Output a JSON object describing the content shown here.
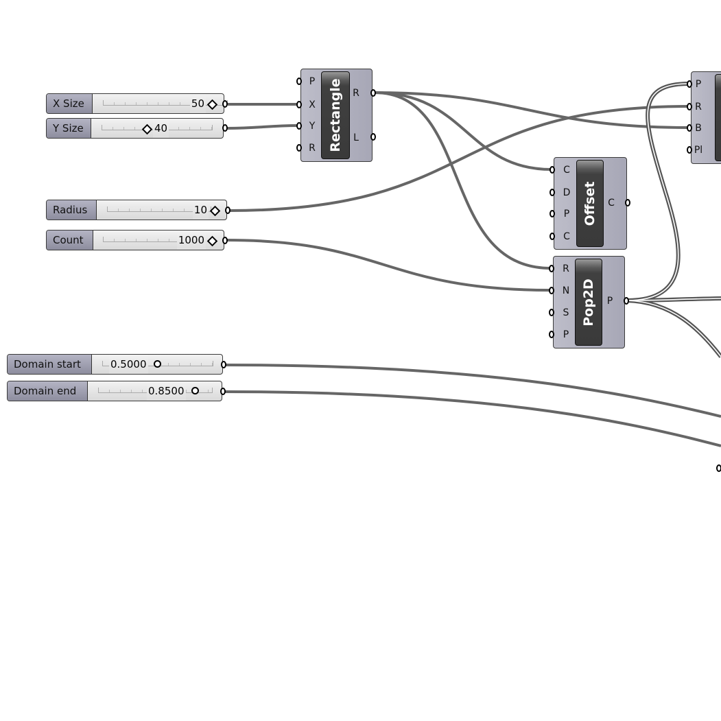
{
  "sliders": {
    "x_size": {
      "label": "X Size",
      "value": "50"
    },
    "y_size": {
      "label": "Y Size",
      "value": "40"
    },
    "radius": {
      "label": "Radius",
      "value": "10"
    },
    "count": {
      "label": "Count",
      "value": "1000"
    },
    "domain_start": {
      "label": "Domain start",
      "value": "0.5000"
    },
    "domain_end": {
      "label": "Domain end",
      "value": "0.8500"
    }
  },
  "components": {
    "rectangle": {
      "name": "Rectangle",
      "inputs": [
        "P",
        "X",
        "Y",
        "R"
      ],
      "outputs": [
        "R",
        "L"
      ]
    },
    "offset": {
      "name": "Offset",
      "inputs": [
        "C",
        "D",
        "P",
        "C"
      ],
      "outputs": [
        "C"
      ]
    },
    "pop2d": {
      "name": "Pop2D",
      "inputs": [
        "R",
        "N",
        "S",
        "P"
      ],
      "outputs": [
        "P"
      ]
    },
    "partial": {
      "inputs": [
        "P",
        "R",
        "B",
        "Pl"
      ]
    }
  },
  "colors": {
    "wire": "#666666",
    "canvas": "#ffffff"
  }
}
